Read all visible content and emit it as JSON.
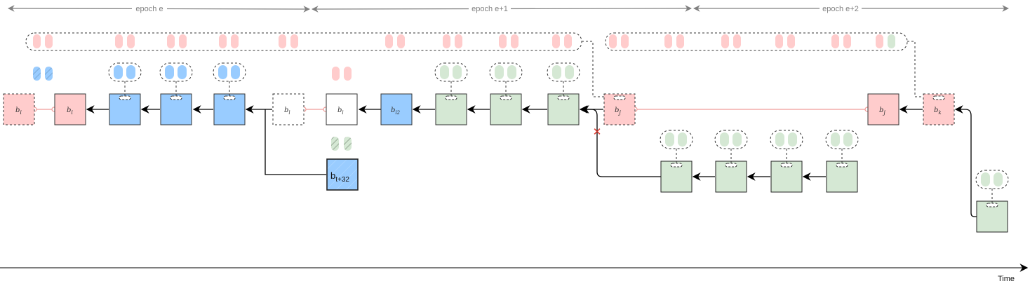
{
  "title": "Block chain across epochs timeline",
  "colors": {
    "pink_block": "#ffcccc",
    "blue_block": "#99ccff",
    "green_block": "#d5e8d4",
    "white_block": "#ffffff",
    "pill_pink": "#ffcccc",
    "pill_blue": "#99ccff",
    "pill_green": "#d5e8d4",
    "epoch_arrow": "#808080",
    "link_pink": "#f19c99",
    "edge": "#000000",
    "cross": "#d9352a"
  },
  "epochs": [
    {
      "label": "epoch e"
    },
    {
      "label": "epoch e+1"
    },
    {
      "label": "epoch e+2"
    }
  ],
  "time_axis": {
    "label": "Time"
  },
  "groups": [
    {
      "name": "pending-group-left",
      "pills": [
        "pink",
        "pink",
        "pink",
        "pink",
        "pink",
        "pink",
        "pink",
        "pink",
        "pink",
        "pink",
        "pink",
        "pink",
        "pink",
        "pink",
        "pink",
        "pink",
        "pink",
        "pink"
      ]
    },
    {
      "name": "pending-group-right",
      "pills": [
        "pink",
        "pink",
        "pink",
        "pink",
        "pink",
        "pink",
        "pink",
        "pink",
        "pink",
        "pink",
        "pink",
        "green"
      ]
    }
  ],
  "blocks": {
    "bi_ghost": {
      "label": "b",
      "sub": "i",
      "fill": "pink",
      "style": "dashed"
    },
    "bi_main": {
      "label": "b",
      "sub": "i",
      "fill": "pink",
      "style": "solid"
    },
    "blue1": {
      "label": "",
      "fill": "blue",
      "style": "solid"
    },
    "blue2": {
      "label": "",
      "fill": "blue",
      "style": "solid"
    },
    "blue3": {
      "label": "",
      "fill": "blue",
      "style": "solid"
    },
    "bl_ghost": {
      "label": "b",
      "sub": "l",
      "fill": "white",
      "style": "dashed"
    },
    "bl_main": {
      "label": "b",
      "sub": "l",
      "fill": "white",
      "style": "solid"
    },
    "bl2": {
      "label": "b",
      "sub": "l2",
      "fill": "blue",
      "style": "solid"
    },
    "green1": {
      "label": "",
      "fill": "green",
      "style": "solid"
    },
    "green2": {
      "label": "",
      "fill": "green",
      "style": "solid"
    },
    "green3": {
      "label": "",
      "fill": "green",
      "style": "solid"
    },
    "bj_ghost": {
      "label": "b",
      "sub": "j",
      "fill": "pink",
      "style": "dashed"
    },
    "bj_main": {
      "label": "b",
      "sub": "j",
      "fill": "pink",
      "style": "solid"
    },
    "bk": {
      "label": "b",
      "sub": "k",
      "fill": "pink",
      "style": "dashed"
    },
    "bt32": {
      "label": "b",
      "sub": "t+32",
      "fill": "blue",
      "style": "hatched"
    },
    "fork1": {
      "label": "",
      "fill": "green",
      "style": "solid"
    },
    "fork2": {
      "label": "",
      "fill": "green",
      "style": "solid"
    },
    "fork3": {
      "label": "",
      "fill": "green",
      "style": "solid"
    },
    "fork4": {
      "label": "",
      "fill": "green",
      "style": "solid"
    },
    "lone_green": {
      "label": "",
      "fill": "green",
      "style": "solid"
    }
  },
  "markers": {
    "invalid_cross": {
      "symbol": "✕",
      "meaning": "rejected-link"
    }
  }
}
